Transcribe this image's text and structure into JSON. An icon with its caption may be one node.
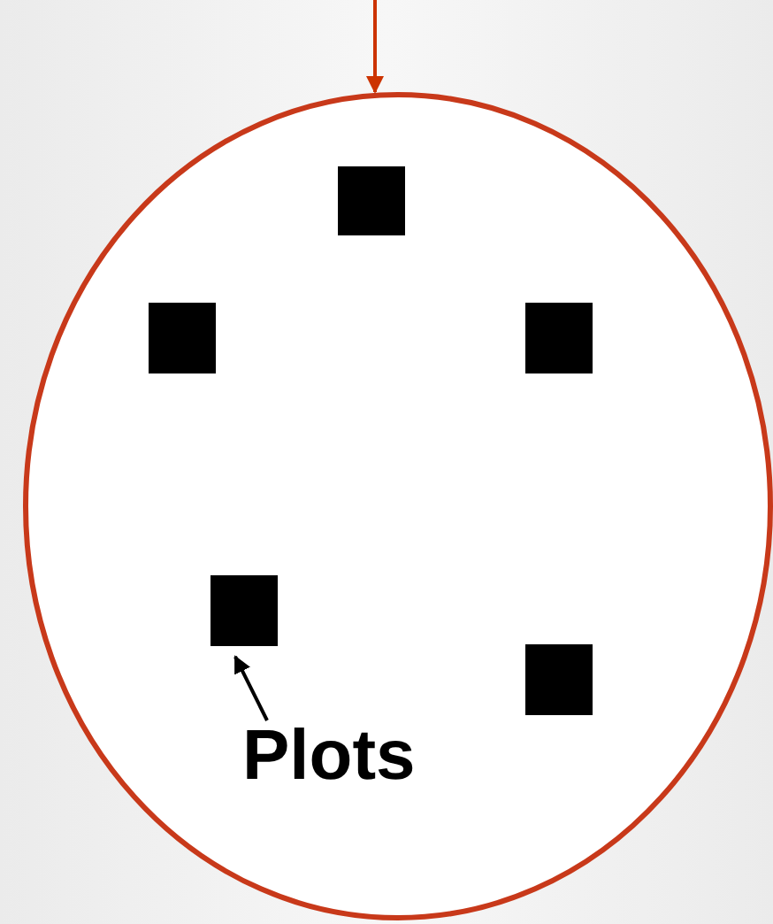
{
  "diagram": {
    "nodes": [
      {
        "text": [],
        "shape": "circle"
      },
      {
        "text": [],
        "shape": "box",
        "in": 0
      },
      {
        "text": [],
        "shape": "box",
        "in": 0
      },
      {
        "text": [],
        "shape": "box",
        "in": 0
      },
      {
        "text": [],
        "shape": "box",
        "in": 0
      },
      {
        "text": [],
        "shape": "box",
        "in": 0
      },
      {
        "text": [
          "Plots"
        ],
        "in": 0
      }
    ],
    "edges": [
      {
        "from": null,
        "to": 0,
        "arrow": "to",
        "color": "#cc3300"
      },
      {
        "from": 6,
        "to": 4,
        "arrow": "to",
        "color": "#000000"
      }
    ]
  }
}
